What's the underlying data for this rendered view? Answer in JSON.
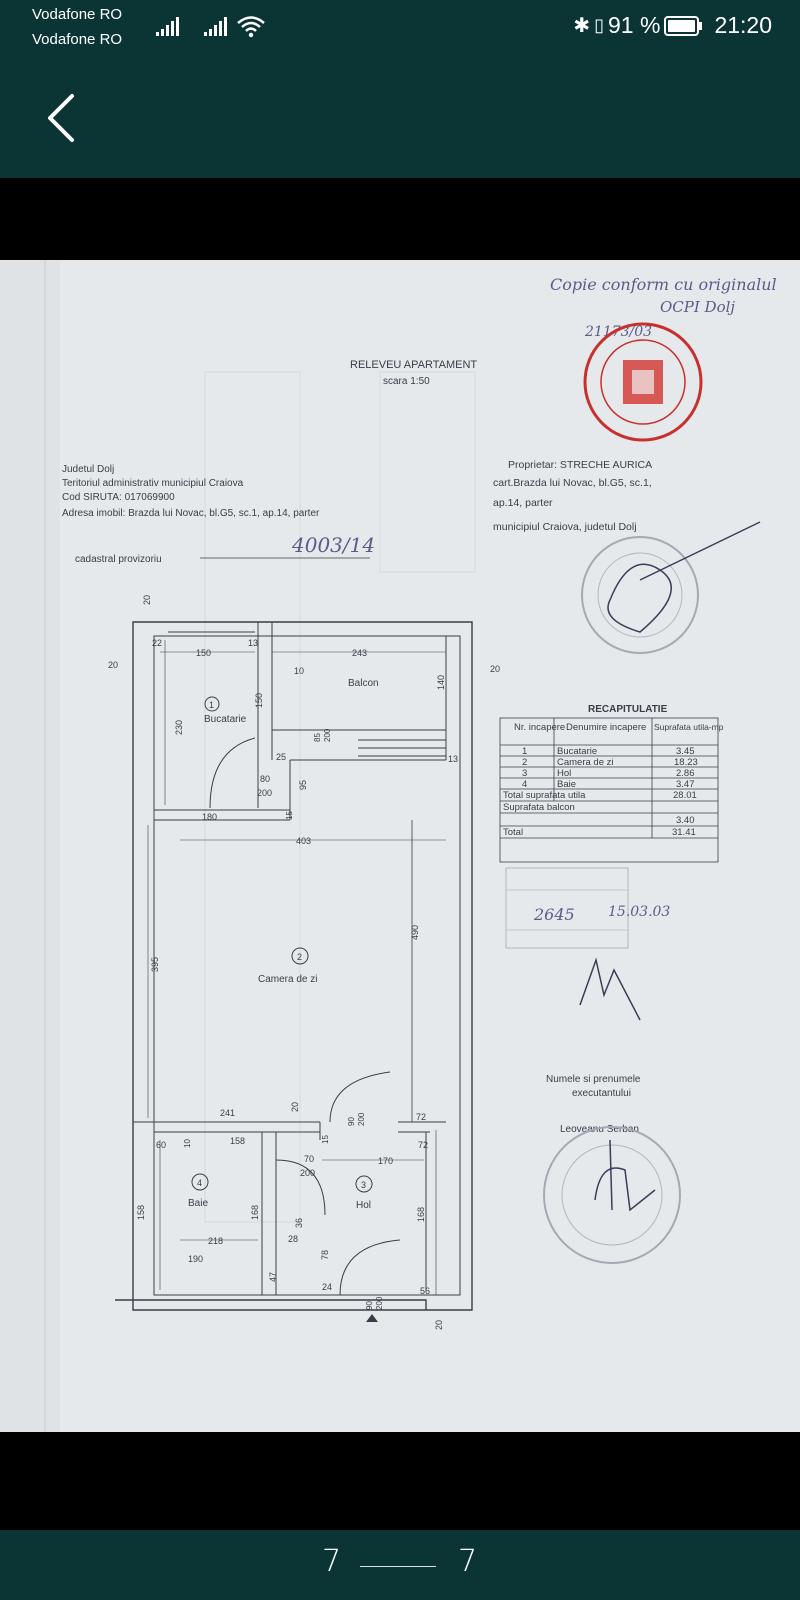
{
  "status_bar": {
    "carrier_1": "Vodafone RO",
    "carrier_2": "Vodafone RO",
    "battery_percent": "91 %",
    "time": "21:20"
  },
  "viewer": {
    "page_current": "7",
    "page_total": "7"
  },
  "document": {
    "title": "RELEVEU APARTAMENT",
    "scale": "scara 1:50",
    "header_left": {
      "line1": "Judetul Dolj",
      "line2": "Teritoriul administrativ municipiul Craiova",
      "line3": "Cod SIRUTA: 017069900",
      "line4": "Adresa imobil: Brazda lui Novac, bl.G5, sc.1, ap.14, parter",
      "cadastral_label": "cadastral provizoriu",
      "cadastral_value": "4003/14"
    },
    "owner": {
      "line1": "Proprietar: STRECHE AURICA",
      "line2": "cart.Brazda lui Novac, bl.G5, sc.1,",
      "line3": "ap.14, parter",
      "line4": "municipiul Craiova, judetul Dolj"
    },
    "stamp_note": "Copie conform cu originalul",
    "stamp_note_2": "OCPI Dolj",
    "stamp_note_3": "21173/03",
    "recap": {
      "title": "RECAPITULATIE",
      "headers": [
        "Nr. incapere",
        "Denumire incapere",
        "Suprafata utila-mp"
      ],
      "rows": [
        [
          "1",
          "Bucatarie",
          "3.45"
        ],
        [
          "2",
          "Camera de zi",
          "18.23"
        ],
        [
          "3",
          "Hol",
          "2.86"
        ],
        [
          "4",
          "Baie",
          "3.47"
        ]
      ],
      "total_util_label": "Total suprafata utila",
      "total_util_value": "28.01",
      "balcony_label": "Suprafata balcon",
      "balcony_value": "3.40",
      "total_label": "Total",
      "total_value": "31.41"
    },
    "visa": {
      "number": "2645",
      "date": "15.03.03"
    },
    "executor": {
      "label1": "Numele si prenumele",
      "label2": "executantului",
      "name": "Leoveanu Serban"
    },
    "rooms": [
      {
        "num": "1",
        "name": "Bucatarie"
      },
      {
        "num": "2",
        "name": "Camera de zi"
      },
      {
        "num": "3",
        "name": "Hol"
      },
      {
        "num": "4",
        "name": "Baie"
      }
    ],
    "balcony_label": "Balcon",
    "dims": {
      "d20a": "20",
      "d22": "22",
      "d150": "150",
      "d13a": "13",
      "d243": "243",
      "d140": "140",
      "d20b": "20",
      "d20c": "20",
      "d10": "10",
      "d150v": "150",
      "d230": "230",
      "d85": "85",
      "d200a": "200",
      "d25": "25",
      "d80": "80",
      "d200b": "200",
      "d95": "95",
      "d15a": "15",
      "d13b": "13",
      "d180": "180",
      "d403": "403",
      "d395": "395",
      "d490": "490",
      "d241": "241",
      "d20d": "20",
      "d90a": "90",
      "d200c": "200",
      "d72a": "72",
      "d60": "60",
      "d10b": "10",
      "d158": "158",
      "d15b": "15",
      "d72b": "72",
      "d70": "70",
      "d200d": "200",
      "d170": "170",
      "d158v": "158",
      "d168": "168",
      "d36": "36",
      "d28": "28",
      "d78": "78",
      "d168b": "168",
      "d218": "218",
      "d47": "47",
      "d24": "24",
      "d190": "190",
      "d90b": "90",
      "d200e": "200",
      "d56": "56",
      "d20e": "20"
    }
  }
}
